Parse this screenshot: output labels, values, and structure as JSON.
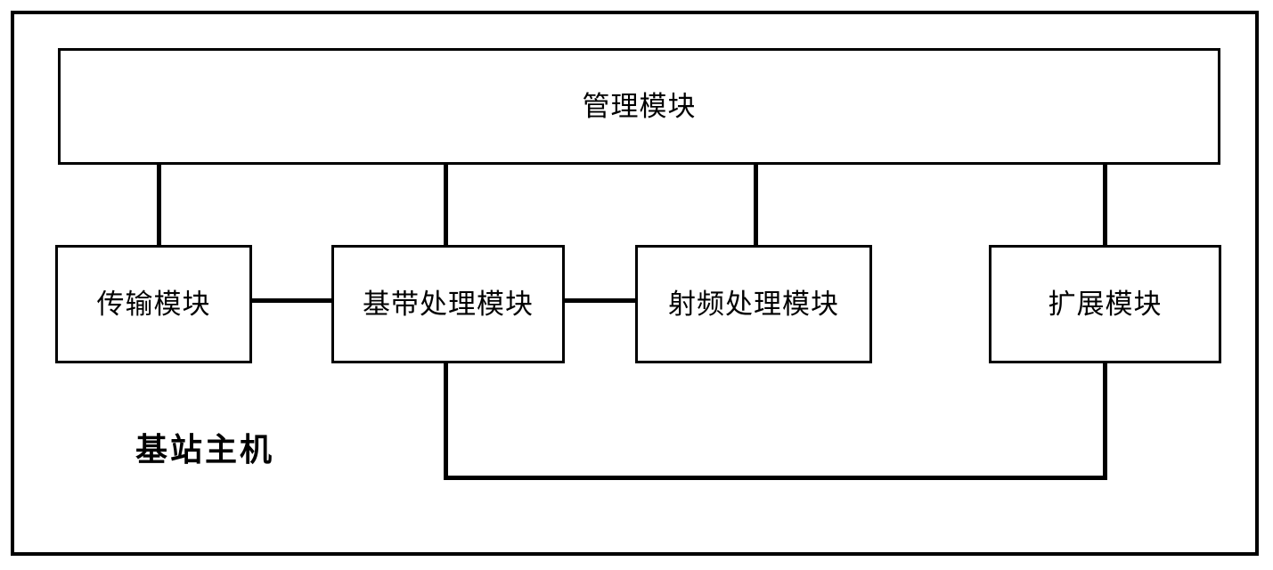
{
  "diagram": {
    "title": "基站主机",
    "caption": "基站主机",
    "type": "block-diagram",
    "line_color": "#000000",
    "background_color": "#ffffff",
    "enclosure": {
      "name": "base-station-host-chassis",
      "label": "基站主机"
    },
    "modules": [
      {
        "id": "management",
        "label": "管理模块",
        "row": "top"
      },
      {
        "id": "transmission",
        "label": "传输模块",
        "row": "bottom"
      },
      {
        "id": "baseband",
        "label": "基带处理模块",
        "row": "bottom"
      },
      {
        "id": "rf",
        "label": "射频处理模块",
        "row": "bottom"
      },
      {
        "id": "extension",
        "label": "扩展模块",
        "row": "bottom"
      }
    ],
    "connections": [
      {
        "from": "management",
        "to": "transmission",
        "style": "vertical"
      },
      {
        "from": "management",
        "to": "baseband",
        "style": "vertical"
      },
      {
        "from": "management",
        "to": "rf",
        "style": "vertical"
      },
      {
        "from": "management",
        "to": "extension",
        "style": "vertical"
      },
      {
        "from": "transmission",
        "to": "baseband",
        "style": "horizontal"
      },
      {
        "from": "baseband",
        "to": "rf",
        "style": "horizontal"
      },
      {
        "from": "baseband",
        "to": "extension",
        "style": "u-routed-bottom"
      }
    ]
  }
}
